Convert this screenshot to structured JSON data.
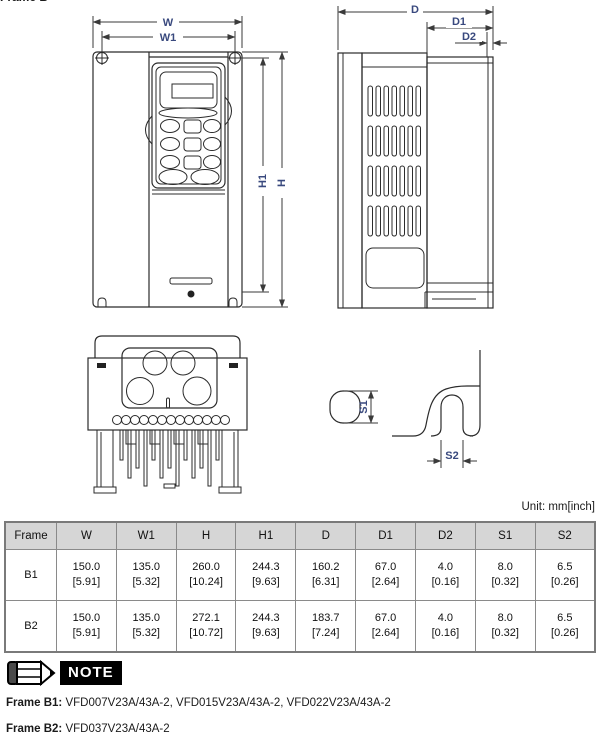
{
  "page": {
    "frame_label": "Frame B",
    "unit_label": "Unit: mm[inch]"
  },
  "diagram": {
    "label_color": "#39497e",
    "dim_labels": {
      "w": "W",
      "w1": "W1",
      "h": "H",
      "h1": "H1",
      "d": "D",
      "d1": "D1",
      "d2": "D2",
      "s1": "S1",
      "s2": "S2"
    }
  },
  "table": {
    "headers": [
      "Frame",
      "W",
      "W1",
      "H",
      "H1",
      "D",
      "D1",
      "D2",
      "S1",
      "S2"
    ],
    "rows": [
      {
        "frame": "B1",
        "values": [
          [
            "150.0",
            "[5.91]"
          ],
          [
            "135.0",
            "[5.32]"
          ],
          [
            "260.0",
            "[10.24]"
          ],
          [
            "244.3",
            "[9.63]"
          ],
          [
            "160.2",
            "[6.31]"
          ],
          [
            "67.0",
            "[2.64]"
          ],
          [
            "4.0",
            "[0.16]"
          ],
          [
            "8.0",
            "[0.32]"
          ],
          [
            "6.5",
            "[0.26]"
          ]
        ]
      },
      {
        "frame": "B2",
        "values": [
          [
            "150.0",
            "[5.91]"
          ],
          [
            "135.0",
            "[5.32]"
          ],
          [
            "272.1",
            "[10.72]"
          ],
          [
            "244.3",
            "[9.63]"
          ],
          [
            "183.7",
            "[7.24]"
          ],
          [
            "67.0",
            "[2.64]"
          ],
          [
            "4.0",
            "[0.16]"
          ],
          [
            "8.0",
            "[0.32]"
          ],
          [
            "6.5",
            "[0.26]"
          ]
        ]
      }
    ]
  },
  "note": {
    "label": "NOTE",
    "lines": [
      {
        "bold": "Frame B1:",
        "text": " VFD007V23A/43A-2, VFD015V23A/43A-2, VFD022V23A/43A-2"
      },
      {
        "bold": "Frame B2:",
        "text": " VFD037V23A/43A-2"
      }
    ]
  }
}
